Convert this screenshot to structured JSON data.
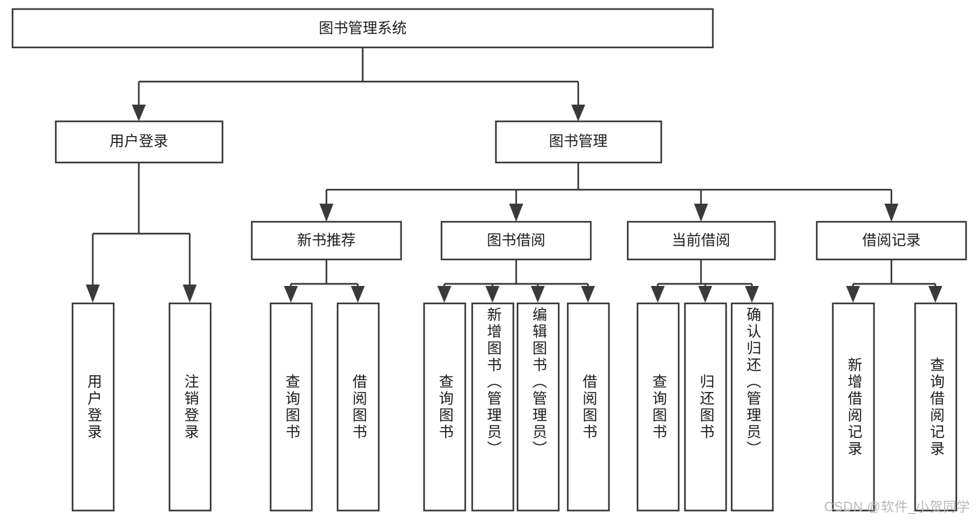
{
  "diagram": {
    "title": "图书管理系统",
    "watermark": "CSDN @软件_小贺同学",
    "colors": {
      "stroke": "#3a3a3a",
      "fill": "#ffffff",
      "text": "#1b1b1b",
      "watermark": "#b9b9b9"
    },
    "nodes": {
      "root": {
        "label": "图书管理系统",
        "orientation": "horizontal"
      },
      "l1_user_login": {
        "label": "用户登录",
        "orientation": "horizontal"
      },
      "l1_book_mgmt": {
        "label": "图书管理",
        "orientation": "horizontal"
      },
      "l2_new_book_rec": {
        "label": "新书推荐",
        "orientation": "horizontal"
      },
      "l2_book_borrow": {
        "label": "图书借阅",
        "orientation": "horizontal"
      },
      "l2_current_borrow": {
        "label": "当前借阅",
        "orientation": "horizontal"
      },
      "l2_borrow_record": {
        "label": "借阅记录",
        "orientation": "horizontal"
      },
      "leaf_user_login": {
        "label": "用户登录",
        "orientation": "vertical"
      },
      "leaf_user_logout": {
        "label": "注销登录",
        "orientation": "vertical"
      },
      "leaf_query_book_a": {
        "label": "查询图书",
        "orientation": "vertical"
      },
      "leaf_borrow_book_a": {
        "label": "借阅图书",
        "orientation": "vertical"
      },
      "leaf_query_book_b": {
        "label": "查询图书",
        "orientation": "vertical"
      },
      "leaf_add_book": {
        "label": "新增图书（管理员）",
        "orientation": "vertical"
      },
      "leaf_edit_book": {
        "label": "编辑图书（管理员）",
        "orientation": "vertical"
      },
      "leaf_borrow_book_b": {
        "label": "借阅图书",
        "orientation": "vertical"
      },
      "leaf_query_book_c": {
        "label": "查询图书",
        "orientation": "vertical"
      },
      "leaf_return_book": {
        "label": "归还图书",
        "orientation": "vertical"
      },
      "leaf_confirm_return": {
        "label": "确认归还（管理员）",
        "orientation": "vertical"
      },
      "leaf_add_record": {
        "label": "新增借阅记录",
        "orientation": "vertical"
      },
      "leaf_query_record": {
        "label": "查询借阅记录",
        "orientation": "vertical"
      }
    },
    "hierarchy": [
      {
        "label": "图书管理系统",
        "children": [
          {
            "label": "用户登录",
            "children": [
              {
                "label": "用户登录"
              },
              {
                "label": "注销登录"
              }
            ]
          },
          {
            "label": "图书管理",
            "children": [
              {
                "label": "新书推荐",
                "children": [
                  {
                    "label": "查询图书"
                  },
                  {
                    "label": "借阅图书"
                  }
                ]
              },
              {
                "label": "图书借阅",
                "children": [
                  {
                    "label": "查询图书"
                  },
                  {
                    "label": "新增图书（管理员）"
                  },
                  {
                    "label": "编辑图书（管理员）"
                  },
                  {
                    "label": "借阅图书"
                  }
                ]
              },
              {
                "label": "当前借阅",
                "children": [
                  {
                    "label": "查询图书"
                  },
                  {
                    "label": "归还图书"
                  },
                  {
                    "label": "确认归还（管理员）"
                  }
                ]
              },
              {
                "label": "借阅记录",
                "children": [
                  {
                    "label": "新增借阅记录"
                  },
                  {
                    "label": "查询借阅记录"
                  }
                ]
              }
            ]
          }
        ]
      }
    ]
  }
}
